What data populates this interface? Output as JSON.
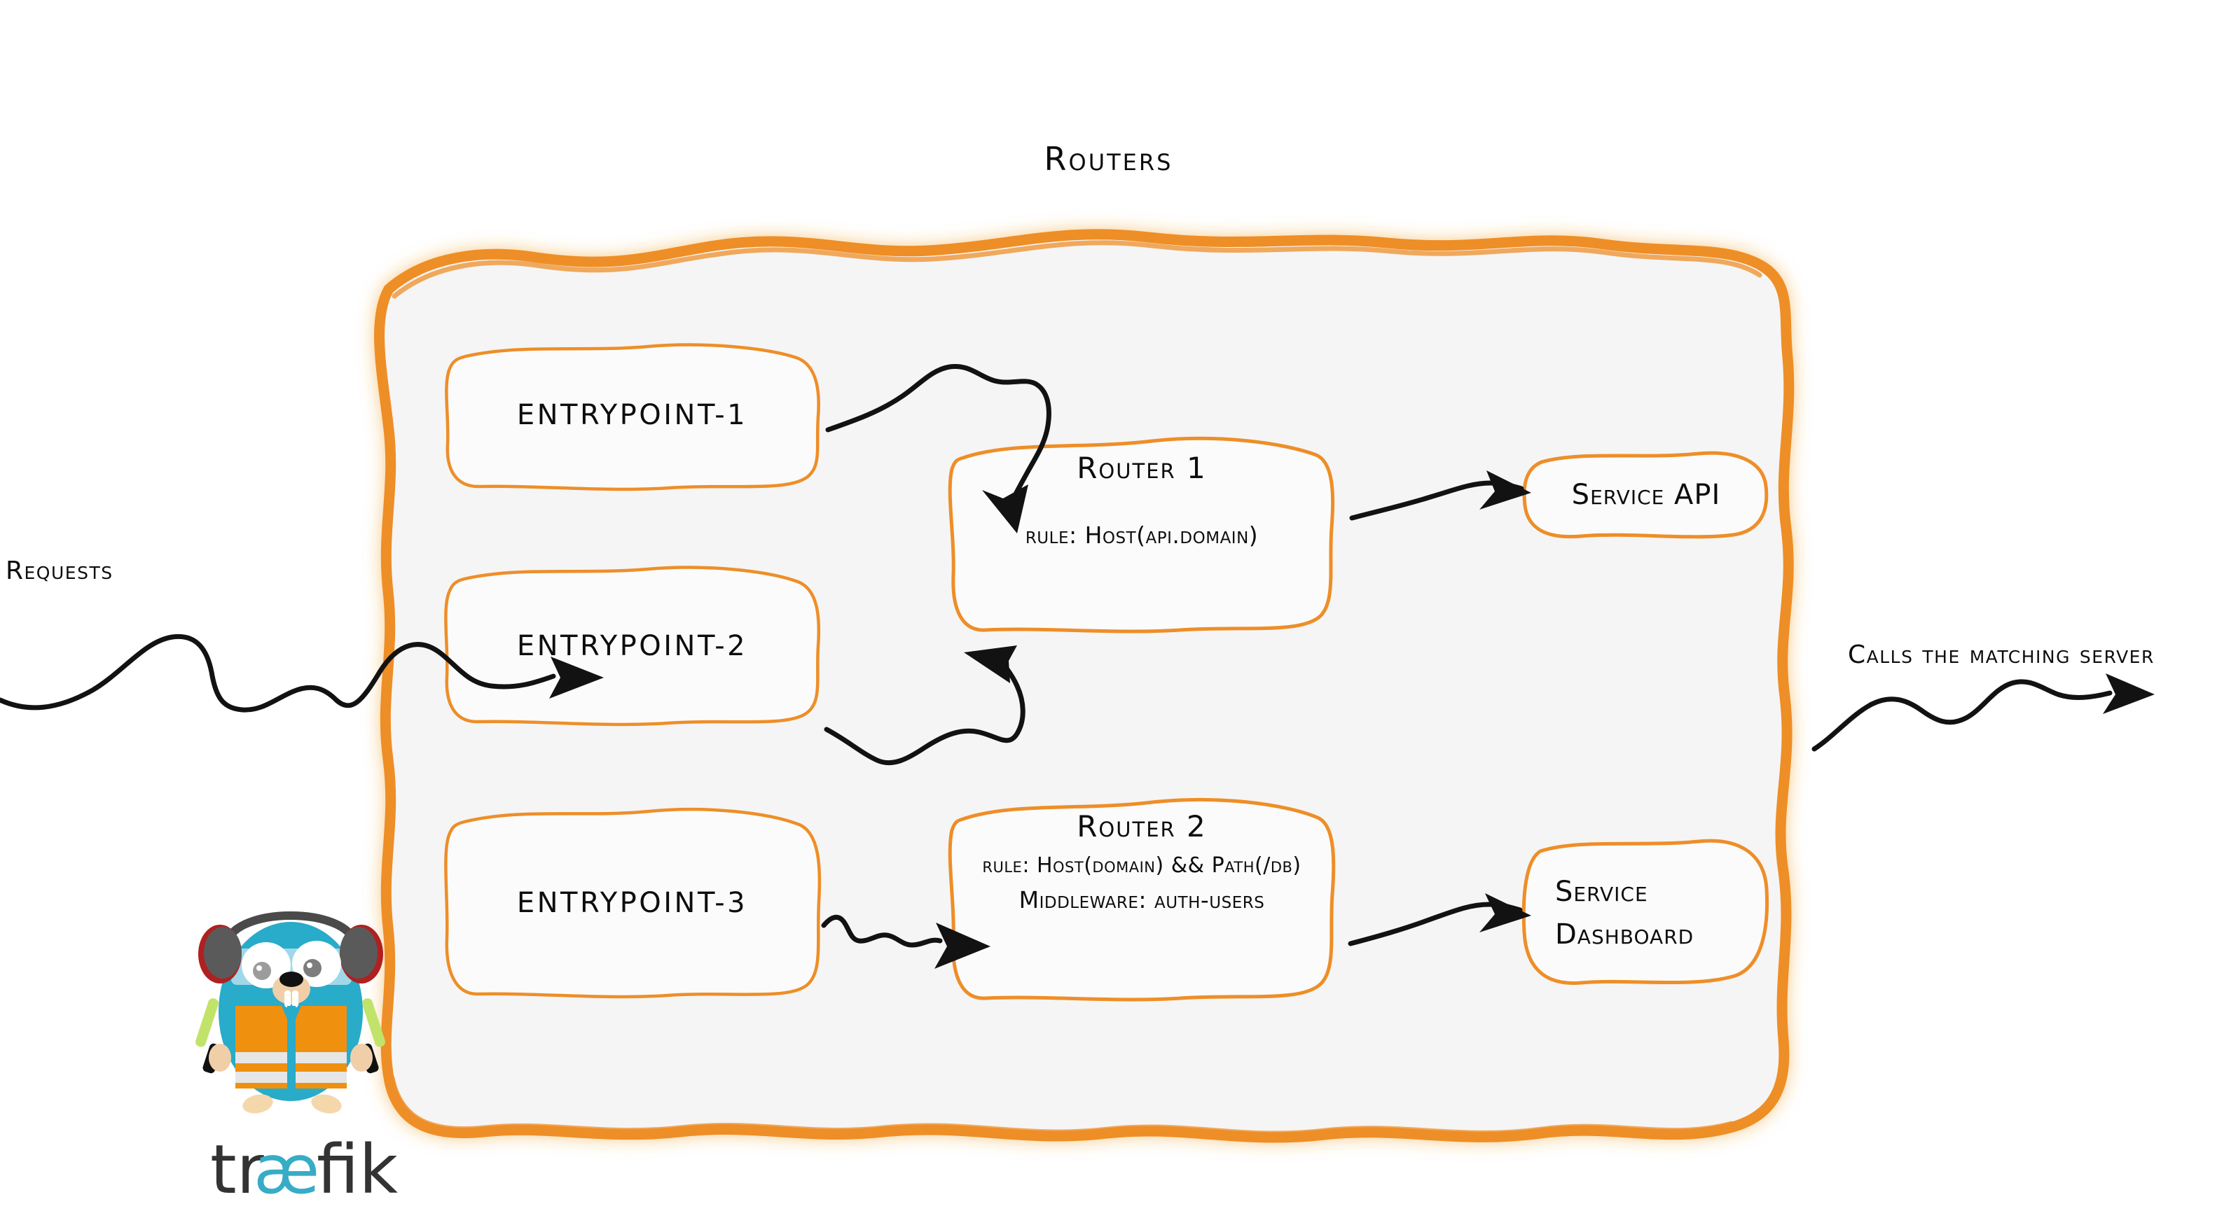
{
  "diagram": {
    "title": "Routers",
    "background_color": "#ffffff",
    "accent_color": "#ee8e28",
    "panel_fill": "#f5f5f5",
    "text_color": "#0d0d0d"
  },
  "flows": {
    "inbound_label": "Requests",
    "outbound_label": "Calls the matching server"
  },
  "entrypoints": [
    {
      "label": "entrypoint-1"
    },
    {
      "label": "entrypoint-2"
    },
    {
      "label": "entrypoint-3"
    }
  ],
  "routers": [
    {
      "title": "Router 1",
      "rule": "rule: Host(api.domain)",
      "middleware": ""
    },
    {
      "title": "Router 2",
      "rule": "rule: Host(domain) && Path(/db)",
      "middleware": "Middleware: auth-users"
    }
  ],
  "services": [
    {
      "line1": "Service API",
      "line2": ""
    },
    {
      "line1": "Service",
      "line2": "Dashboard"
    }
  ],
  "brand": {
    "wordmark": "træfik",
    "wordmark_color": "#333333",
    "wordmark_accent": "#37acc6",
    "mascot_name": "traefik-gopher-mascot",
    "mascot_body_color": "#29abca",
    "mascot_vest_color": "#f0900f"
  }
}
